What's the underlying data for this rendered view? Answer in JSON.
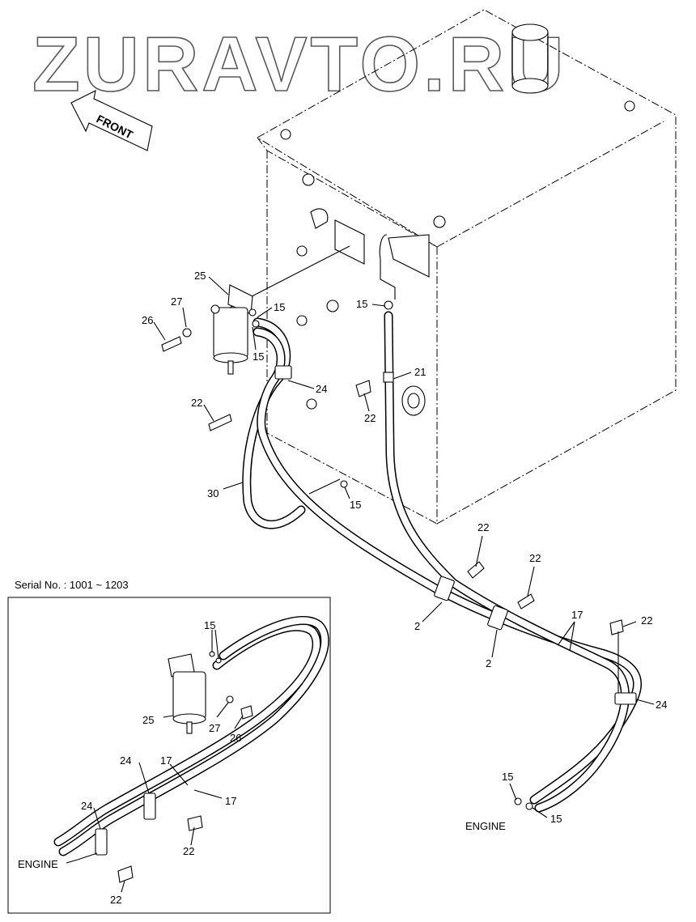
{
  "watermark": "ZURAVTO.RU",
  "front_label": "FRONT",
  "serial_label": "Serial No. : 1001 ~ 1203",
  "main_callouts": [
    "25",
    "27",
    "26",
    "15",
    "15",
    "15",
    "21",
    "22",
    "22",
    "24",
    "30",
    "15",
    "22",
    "22",
    "2",
    "2",
    "17",
    "22",
    "24",
    "15",
    "15",
    "ENGINE"
  ],
  "inset_callouts": [
    "15",
    "25",
    "27",
    "26",
    "24",
    "17",
    "17",
    "24",
    "22",
    "ENGINE",
    "22"
  ]
}
